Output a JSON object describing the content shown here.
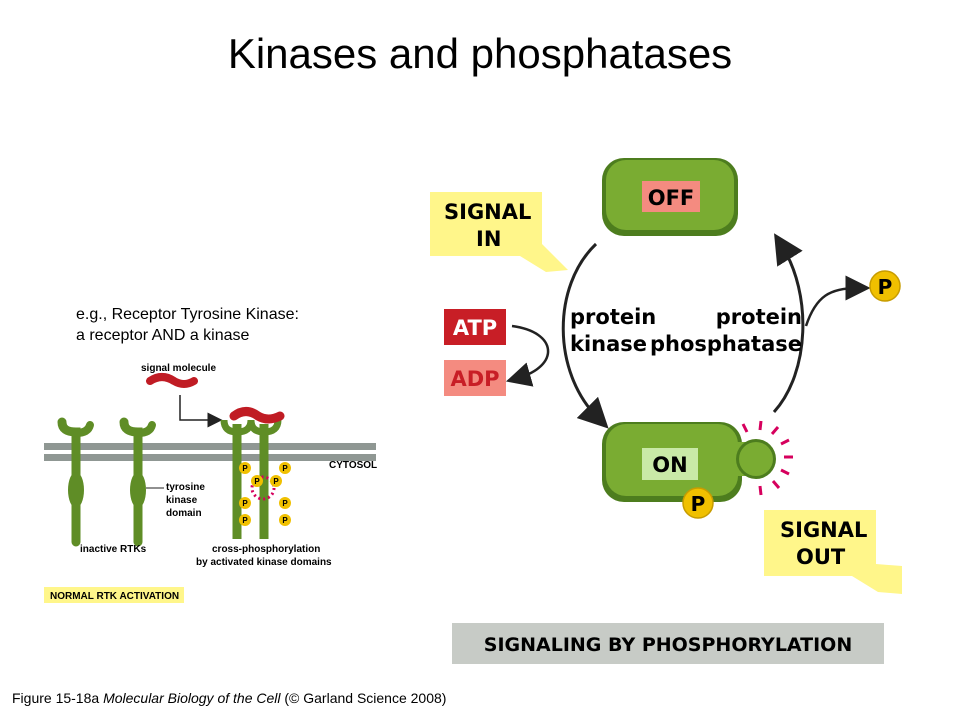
{
  "slide": {
    "title": "Kinases and phosphatases",
    "note_line1": "e.g.,  Receptor Tyrosine Kinase:",
    "note_line2": "a receptor AND a kinase",
    "caption_prefix": "Figure 15-18a  ",
    "caption_book": "Molecular Biology of the Cell",
    "caption_suffix": " (© Garland Science 2008)"
  },
  "rtk_figure": {
    "signal_molecule": "signal molecule",
    "cytosol": "CYTOSOL",
    "tyrosine_1": "tyrosine",
    "tyrosine_2": "kinase",
    "tyrosine_3": "domain",
    "inactive": "inactive RTKs",
    "cross_1": "cross-phosphorylation",
    "cross_2": "by activated kinase domains",
    "activation_box": "NORMAL RTK ACTIVATION",
    "p": "P"
  },
  "cycle": {
    "signal_in_1": "SIGNAL",
    "signal_in_2": "IN",
    "off": "OFF",
    "on": "ON",
    "atp": "ATP",
    "adp": "ADP",
    "kinase_1": "protein",
    "kinase_2": "kinase",
    "phosphatase_1": "protein",
    "phosphatase_2": "phosphatase",
    "p": "P",
    "signal_out_1": "SIGNAL",
    "signal_out_2": "OUT",
    "banner": "SIGNALING BY PHOSPHORYLATION"
  },
  "colors": {
    "green": "#6e9e2a",
    "yellow": "#fff68a",
    "red": "#d3222a",
    "pink": "#f48b80",
    "gray": "#c7cbc6",
    "magenta": "#d6005d"
  }
}
